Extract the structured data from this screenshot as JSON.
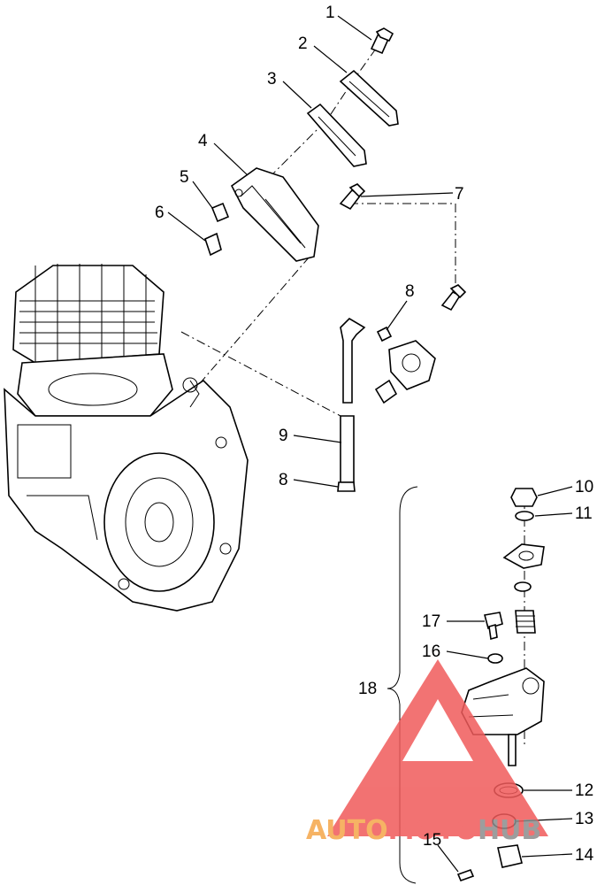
{
  "callouts": {
    "c1": "1",
    "c2": "2",
    "c3": "3",
    "c4": "4",
    "c5": "5",
    "c6": "6",
    "c7": "7",
    "c8a": "8",
    "c8b": "8",
    "c9": "9",
    "c10": "10",
    "c11": "11",
    "c12": "12",
    "c13": "13",
    "c14": "14",
    "c15": "15",
    "c16": "16",
    "c17": "17",
    "c18": "18"
  },
  "watermark": {
    "text_a": "AUTO",
    "text_b": "MOTO",
    "text_c": "HUB",
    "color_red": "#f05a5a",
    "color_orange": "#f5a64a",
    "color_gray": "#8c8c8c"
  }
}
